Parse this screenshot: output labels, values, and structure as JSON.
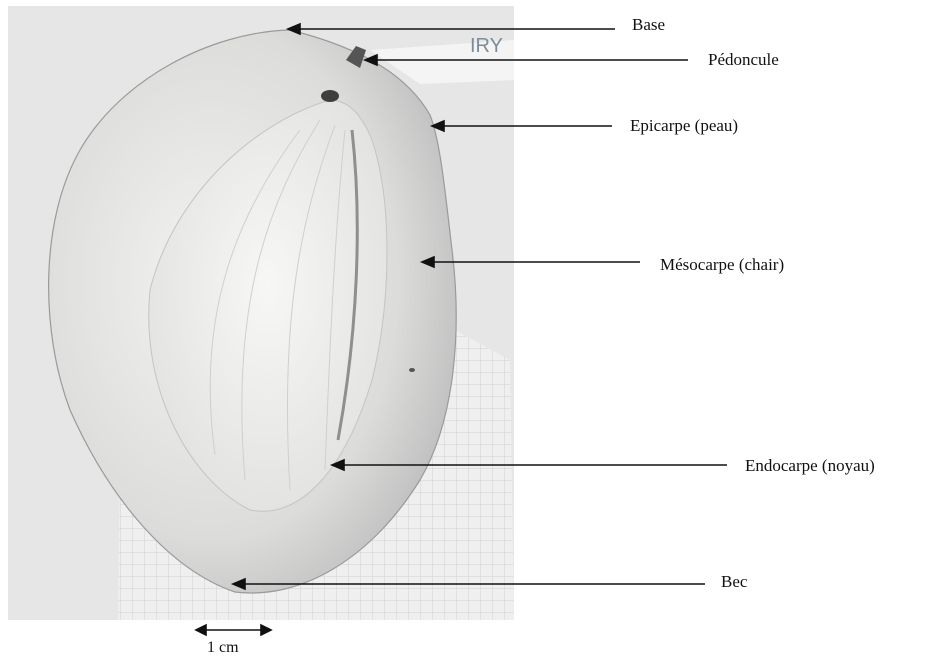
{
  "photo_stamp": "IRY",
  "labels": {
    "base": "Base",
    "pedoncule": "Pédoncule",
    "epicarpe": "Epicarpe (peau)",
    "mesocarpe": "Mésocarpe (chair)",
    "endocarpe": "Endocarpe (noyau)",
    "bec": "Bec"
  },
  "scale_bar": {
    "label": "1 cm"
  },
  "colors": {
    "ink": "#111111",
    "photo_background": "#e4e4e4",
    "fruit_flesh": "#f0f0ef"
  }
}
